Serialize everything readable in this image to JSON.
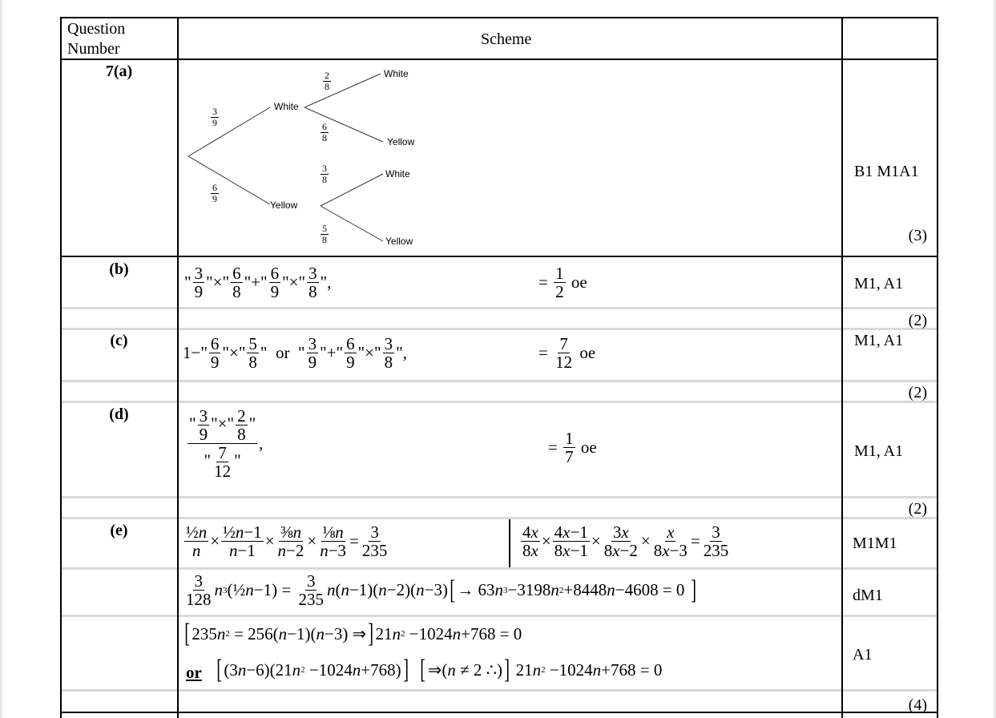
{
  "header": {
    "question_number": "Question Number",
    "scheme": "Scheme",
    "marks": ""
  },
  "rows": {
    "a": {
      "label": "7(a)",
      "marks": "B1 M1A1",
      "total": "(3)",
      "tree": {
        "first": {
          "top": "White",
          "bottom": "Yellow",
          "p_top": [
            "3",
            "9"
          ],
          "p_bottom": [
            "6",
            "9"
          ]
        },
        "white_branch": {
          "top": "White",
          "bottom": "Yellow",
          "p_top": [
            "2",
            "8"
          ],
          "p_bottom": [
            "6",
            "8"
          ]
        },
        "yellow_branch": {
          "top": "White",
          "bottom": "Yellow",
          "p_top": [
            "3",
            "8"
          ],
          "p_bottom": [
            "5",
            "8"
          ]
        }
      }
    },
    "b": {
      "label": "(b)",
      "marks": "M1, A1",
      "total": "(2)",
      "expr": [
        "\"",
        {
          "f": [
            "3",
            "9"
          ]
        },
        "\"×\"",
        {
          "f": [
            "6",
            "8"
          ]
        },
        "\"+\"",
        {
          "f": [
            "6",
            "9"
          ]
        },
        "\"×\"",
        {
          "f": [
            "3",
            "8"
          ]
        },
        "\","
      ],
      "answer": [
        "= ",
        {
          "f": [
            "1",
            "2"
          ]
        },
        " oe"
      ]
    },
    "c": {
      "label": "(c)",
      "marks": "M1, A1",
      "total": "(2)",
      "expr": [
        "1−\"",
        {
          "f": [
            "6",
            "9"
          ]
        },
        "\"×\"",
        {
          "f": [
            "5",
            "8"
          ]
        },
        "\"  or  \"",
        {
          "f": [
            "3",
            "9"
          ]
        },
        "\"+\"",
        {
          "f": [
            "6",
            "9"
          ]
        },
        "\"×\"",
        {
          "f": [
            "3",
            "8"
          ]
        },
        "\","
      ],
      "answer": [
        "= ",
        {
          "f": [
            "7",
            "12"
          ]
        },
        " oe"
      ]
    },
    "d": {
      "label": "(d)",
      "marks": "M1, A1",
      "total": "(2)",
      "expr": [
        {
          "f": [
            [
              "\"",
              {
                "f": [
                  "3",
                  "9"
                ]
              },
              "\"×\"",
              {
                "f": [
                  "2",
                  "8"
                ]
              },
              "\""
            ],
            [
              "\"",
              {
                "f": [
                  "7",
                  "12"
                ]
              },
              "\""
            ]
          ]
        },
        ","
      ],
      "answer": [
        "= ",
        {
          "f": [
            "1",
            "7"
          ]
        },
        " oe"
      ]
    },
    "e": {
      "label": "(e)",
      "marks_1": "M1M1",
      "marks_2": "dM1",
      "marks_3": "A1",
      "total": "(4)",
      "line1_left": [
        {
          "f": [
            [
              "½",
              {
                "i": "n"
              }
            ],
            [
              {
                "i": "n"
              }
            ]
          ]
        },
        "×",
        {
          "f": [
            [
              "½",
              {
                "i": "n"
              },
              "−1"
            ],
            [
              {
                "i": "n"
              },
              "−1"
            ]
          ]
        },
        "×",
        {
          "f": [
            [
              "⅜",
              {
                "i": "n"
              }
            ],
            [
              {
                "i": "n"
              },
              "−2"
            ]
          ]
        },
        "×",
        {
          "f": [
            [
              "⅛",
              {
                "i": "n"
              }
            ],
            [
              {
                "i": "n"
              },
              "−3"
            ]
          ]
        },
        "=",
        {
          "f": [
            "3",
            "235"
          ]
        }
      ],
      "line1_right": [
        {
          "f": [
            [
              "4",
              {
                "i": "x"
              }
            ],
            [
              "8",
              {
                "i": "x"
              }
            ]
          ]
        },
        "×",
        {
          "f": [
            [
              "4",
              {
                "i": "x"
              },
              "−1"
            ],
            [
              "8",
              {
                "i": "x"
              },
              "−1"
            ]
          ]
        },
        "×",
        {
          "f": [
            [
              "3",
              {
                "i": "x"
              }
            ],
            [
              "8",
              {
                "i": "x"
              },
              "−2"
            ]
          ]
        },
        "×",
        {
          "f": [
            [
              {
                "i": "x"
              }
            ],
            [
              "8",
              {
                "i": "x"
              },
              "−3"
            ]
          ]
        },
        "=",
        {
          "f": [
            "3",
            "235"
          ]
        }
      ],
      "line2": [
        {
          "f": [
            "3",
            "128"
          ]
        },
        {
          "i": "n"
        },
        {
          "s": "3"
        },
        "(½",
        {
          "i": "n"
        },
        "−1) = ",
        {
          "f": [
            "3",
            "235"
          ]
        },
        {
          "i": "n"
        },
        "(",
        {
          "i": "n"
        },
        "−1)(",
        {
          "i": "n"
        },
        "−2)(",
        {
          "i": "n"
        },
        "−3)",
        {
          "b": "["
        },
        "→ 63",
        {
          "i": "n"
        },
        {
          "s": "3"
        },
        "−3198",
        {
          "i": "n"
        },
        {
          "s": "2"
        },
        "+8448",
        {
          "i": "n"
        },
        "−4608 = 0 ",
        {
          "b": "]"
        }
      ],
      "line3": [
        {
          "b": "["
        },
        "235",
        {
          "i": "n"
        },
        {
          "s": "2"
        },
        " = 256(",
        {
          "i": "n"
        },
        "−1)(",
        {
          "i": "n"
        },
        "−3) ⇒",
        {
          "b": "]"
        },
        "21",
        {
          "i": "n"
        },
        {
          "s": "2"
        },
        " −1024",
        {
          "i": "n"
        },
        "+768 = 0"
      ],
      "line4_or": "or",
      "line4": [
        {
          "b": "["
        },
        "(3",
        {
          "i": "n"
        },
        "−6)(21",
        {
          "i": "n"
        },
        {
          "s": "2"
        },
        " −1024",
        {
          "i": "n"
        },
        "+768)",
        {
          "b": "]"
        },
        "  ",
        {
          "b": "["
        },
        "⇒(",
        {
          "i": "n"
        },
        " ≠ 2 ∴)",
        {
          "b": "]"
        },
        " 21",
        {
          "i": "n"
        },
        {
          "s": "2"
        },
        " −1024",
        {
          "i": "n"
        },
        "+768 = 0"
      ]
    }
  }
}
